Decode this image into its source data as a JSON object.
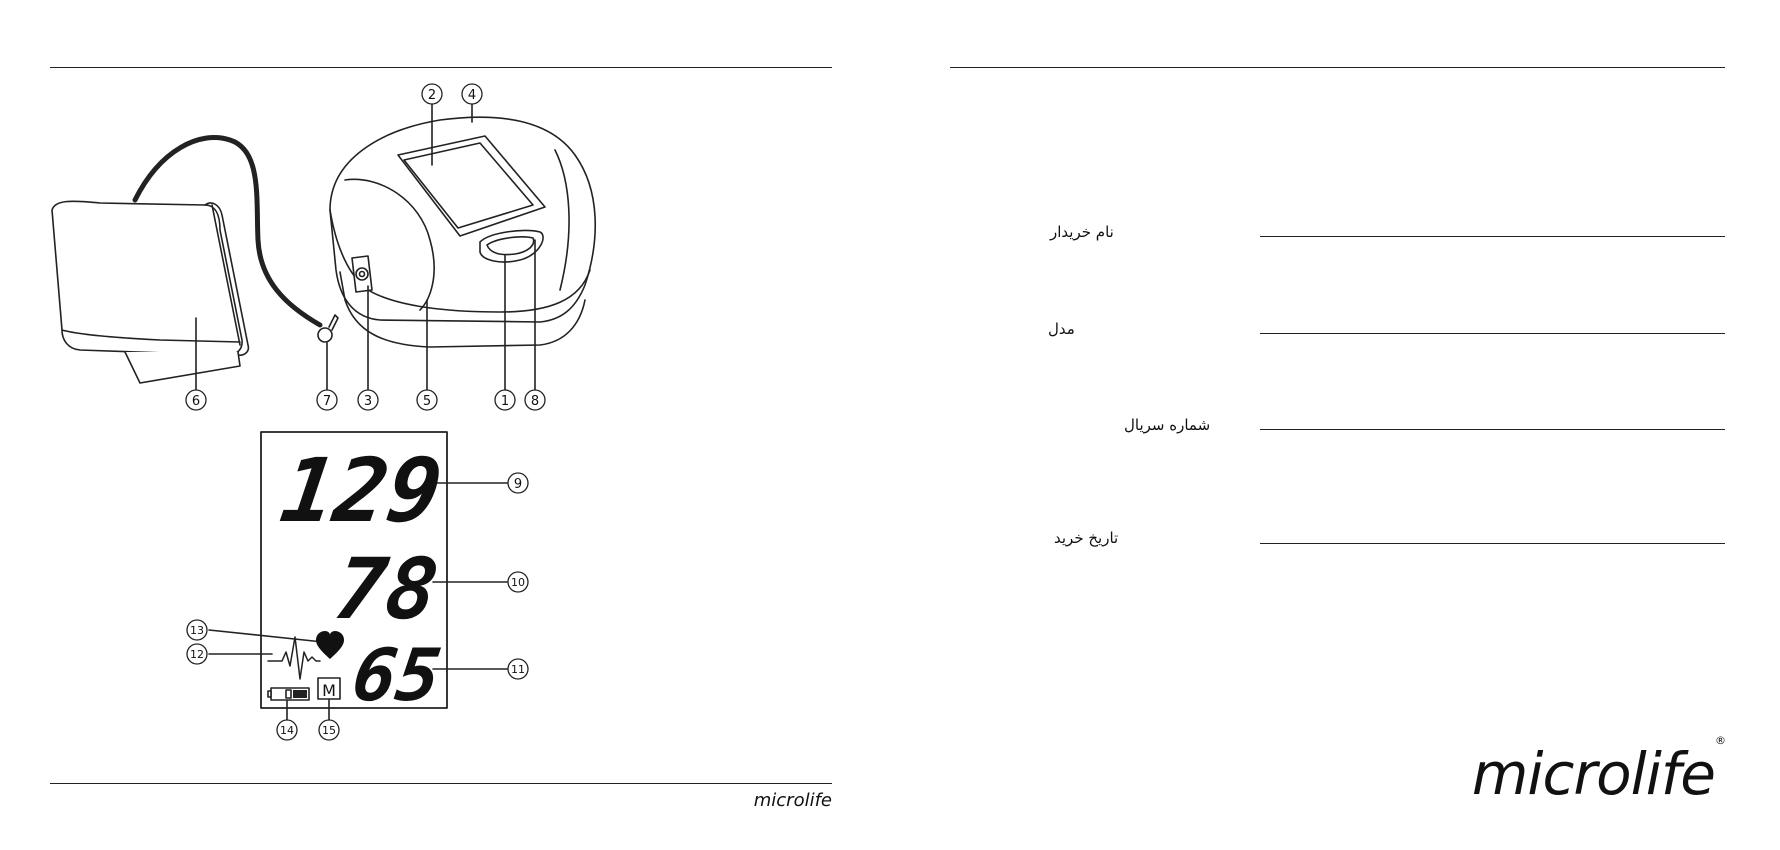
{
  "left_page": {
    "callouts": [
      "1",
      "2",
      "3",
      "4",
      "5",
      "6",
      "7",
      "8",
      "9",
      "10",
      "11",
      "12",
      "13",
      "14",
      "15"
    ],
    "lcd": {
      "systolic": "129",
      "diastolic": "78",
      "pulse": "65",
      "memory_symbol": "M"
    },
    "footer_brand": "microlife"
  },
  "right_page": {
    "fields": [
      {
        "label": "نام خریدار"
      },
      {
        "label": "مدل"
      },
      {
        "label": "شماره سریال"
      },
      {
        "label": "تاریخ خرید"
      }
    ],
    "brand_logo": "microlife",
    "brand_mark": "®"
  }
}
